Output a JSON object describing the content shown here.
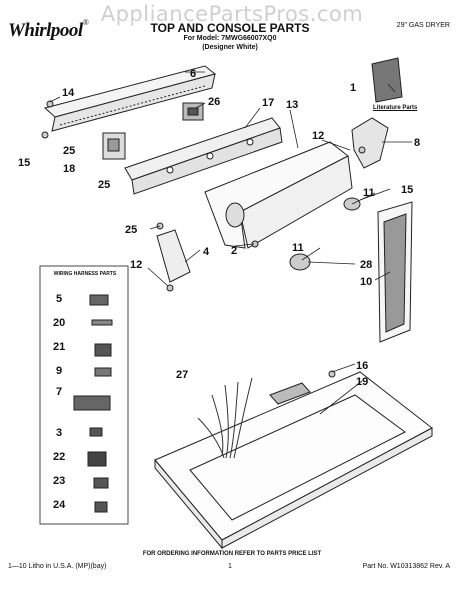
{
  "watermark": "AppliancePartsPros.com",
  "brand": {
    "name": "Whirlpool",
    "mark": "®"
  },
  "header": {
    "title": "TOP AND CONSOLE PARTS",
    "model": "For Model: 7MWG66007XQ0",
    "variant": "(Designer White)",
    "product_type": "29\" GAS DRYER"
  },
  "labels": {
    "literature_parts": "Literature Parts",
    "wiring_harness_parts": "WIRING HARNESS PARTS"
  },
  "callouts": [
    "1",
    "2",
    "3",
    "4",
    "5",
    "6",
    "7",
    "8",
    "9",
    "10",
    "11",
    "11",
    "12",
    "12",
    "13",
    "14",
    "15",
    "15",
    "16",
    "17",
    "18",
    "19",
    "20",
    "21",
    "22",
    "23",
    "24",
    "25",
    "25",
    "25",
    "26",
    "27",
    "28"
  ],
  "footer": {
    "ordering_info": "FOR ORDERING INFORMATION REFER TO PARTS PRICE LIST",
    "litho": "1—10 Litho in U.S.A. (MP)(bay)",
    "page": "1",
    "part_no": "Part No. W10313862 Rev. A"
  }
}
